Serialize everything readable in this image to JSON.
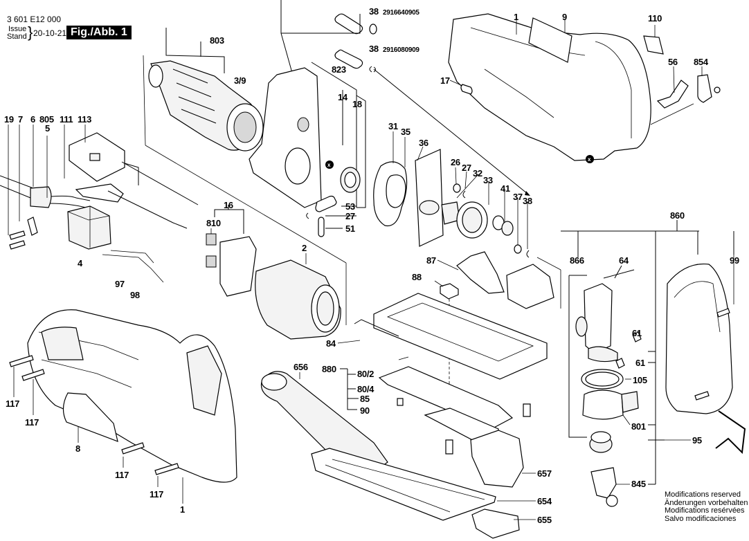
{
  "header": {
    "part_number": "3 601 E12 000",
    "issue_label": "Issue",
    "stand_label": "Stand",
    "issue_date": "20-10-21",
    "figure_label": "Fig./Abb. 1"
  },
  "notes": [
    "Modifications reserved",
    "Änderungen vorbehalten",
    "Modifications resérvées",
    "Salvo modificaciones"
  ],
  "parts_numbers": {
    "p38a_number": "2916640905",
    "p38b_number": "2916080909"
  },
  "labels": {
    "l803": "803",
    "l3_9": "3/9",
    "l823": "823",
    "l14": "14",
    "l18": "18",
    "l38a": "38",
    "l38b": "38",
    "l1_top": "1",
    "l9": "9",
    "l110": "110",
    "l56": "56",
    "l854": "854",
    "l17": "17",
    "l19": "19",
    "l7": "7",
    "l6": "6",
    "l805": "805",
    "l5": "5",
    "l111": "111",
    "l113": "113",
    "l4": "4",
    "l97": "97",
    "l98": "98",
    "l16": "16",
    "l810": "810",
    "l2": "2",
    "l53": "53",
    "l27a": "27",
    "l51": "51",
    "l31": "31",
    "l35": "35",
    "l36": "36",
    "l26": "26",
    "l27b": "27",
    "l32": "32",
    "l33": "33",
    "l41": "41",
    "l37": "37",
    "l38c": "38",
    "l87": "87",
    "l88": "88",
    "l84": "84",
    "l880": "880",
    "l80_2": "80/2",
    "l80_4": "80/4",
    "l85": "85",
    "l90": "90",
    "l656": "656",
    "l657": "657",
    "l654": "654",
    "l655": "655",
    "l860": "860",
    "l866": "866",
    "l64": "64",
    "l99": "99",
    "l61a": "61",
    "l61b": "61",
    "l105": "105",
    "l801": "801",
    "l95": "95",
    "l845": "845",
    "l117a": "117",
    "l117b": "117",
    "l117c": "117",
    "l117d": "117",
    "l8": "8",
    "l1_bottom": "1"
  }
}
